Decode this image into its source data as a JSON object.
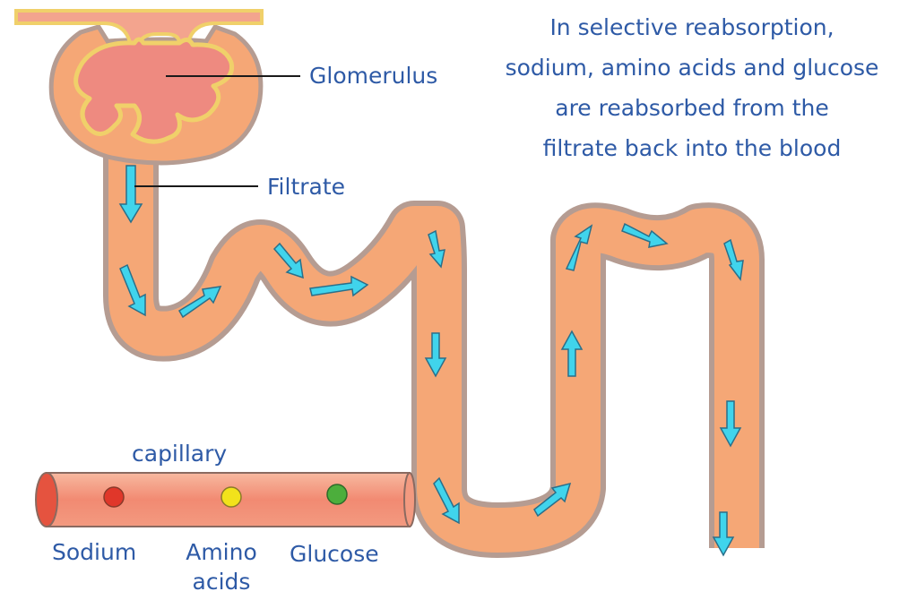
{
  "caption": {
    "lines": [
      "In selective reabsorption,",
      "sodium, amino acids and glucose",
      "are reabsorbed from the",
      "filtrate back into the blood"
    ]
  },
  "labels": {
    "glomerulus": "Glomerulus",
    "filtrate": "Filtrate",
    "capillary": "capillary",
    "sodium": "Sodium",
    "amino_line1": "Amino",
    "amino_line2": "acids",
    "glucose": "Glucose"
  },
  "particles": [
    {
      "name": "sodium",
      "color": "#e0372a"
    },
    {
      "name": "amino-acids",
      "color": "#f2e21b"
    },
    {
      "name": "glucose",
      "color": "#4cae3c"
    }
  ],
  "colors": {
    "tubule_fill": "#f5a776",
    "tubule_wall": "#b59c92",
    "glomerulus_fill": "#ee8a80",
    "capsule_fill": "#f5a776",
    "vessel_wall": "#f0d06a",
    "arrow": "#40d4ec",
    "capillary_fill": "#f28a72",
    "text": "#2e5aa6"
  }
}
